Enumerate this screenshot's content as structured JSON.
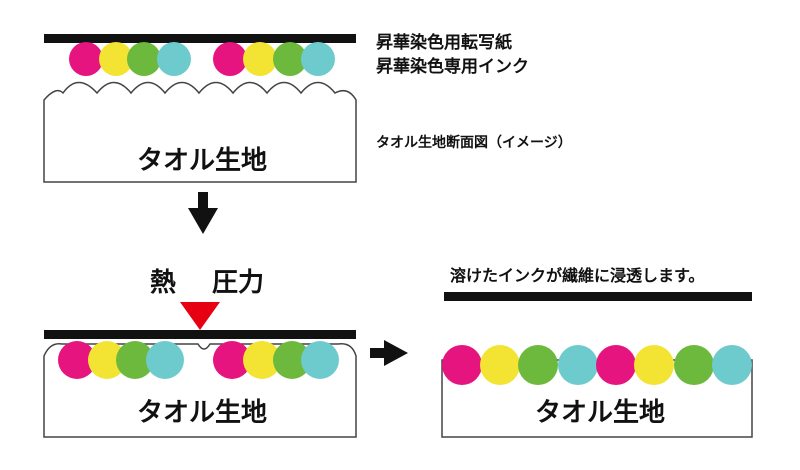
{
  "labels": {
    "transfer_paper": "昇華染色用転写紙",
    "sublimation_ink": "昇華染色専用インク",
    "cross_section": "タオル生地断面図（イメージ）",
    "heat": "熱",
    "pressure": "圧力",
    "result": "溶けたインクが繊維に浸透します。",
    "towel": "タオル生地"
  },
  "colors": {
    "magenta": "#e5147f",
    "yellow": "#f3e433",
    "green": "#6db93d",
    "cyan": "#6ecbcd",
    "red": "#e60012",
    "black": "#111111",
    "outline": "#444444"
  },
  "ink_sequence": [
    "magenta",
    "yellow",
    "green",
    "cyan",
    "magenta",
    "yellow",
    "green",
    "cyan"
  ]
}
